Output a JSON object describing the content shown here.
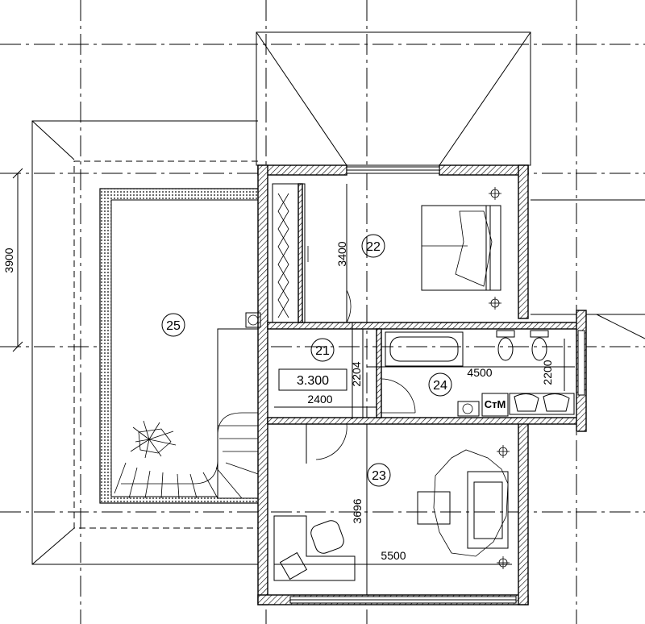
{
  "rooms": {
    "r21": "21",
    "r22": "22",
    "r23": "23",
    "r24": "24",
    "r25": "25"
  },
  "dimensions": {
    "d3900": "3900",
    "d3400": "3400",
    "d2204": "2204",
    "d2400": "2400",
    "d4500": "4500",
    "d2200": "2200",
    "d3696": "3696",
    "d5500": "5500"
  },
  "level_mark": "3.300",
  "fixture_label": "СтМ",
  "colors": {
    "line": "#000000",
    "background": "#ffffff"
  }
}
